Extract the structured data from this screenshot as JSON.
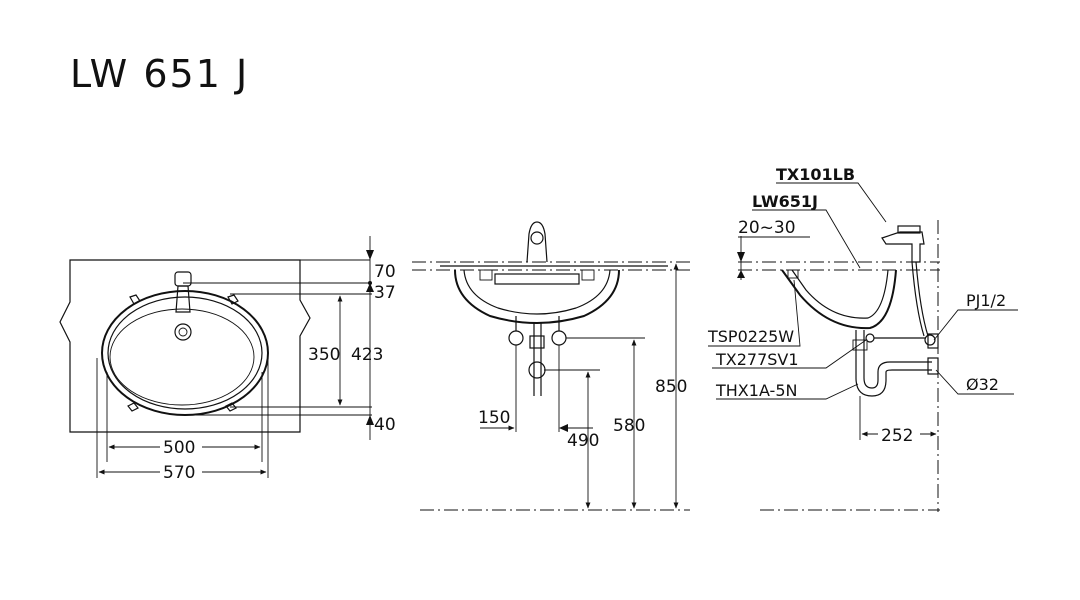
{
  "model_title": "LW 651 J",
  "top_view": {
    "dims": {
      "d70": "70",
      "d37": "37",
      "d350": "350",
      "d423": "423",
      "d40": "40",
      "d500": "500",
      "d570": "570"
    }
  },
  "front_view": {
    "dims": {
      "d150": "150",
      "d490": "490",
      "d580": "580",
      "d850": "850"
    }
  },
  "side_view": {
    "parts": {
      "faucet": "TX101LB",
      "basin": "LW651J",
      "valve": "TSP0225W",
      "supply": "TX277SV1",
      "trap": "THX1A-5N",
      "pipe_thread": "PJ1/2",
      "drain_diameter": "Ø32"
    },
    "dims": {
      "d20_30": "20~30",
      "d252": "252"
    }
  }
}
